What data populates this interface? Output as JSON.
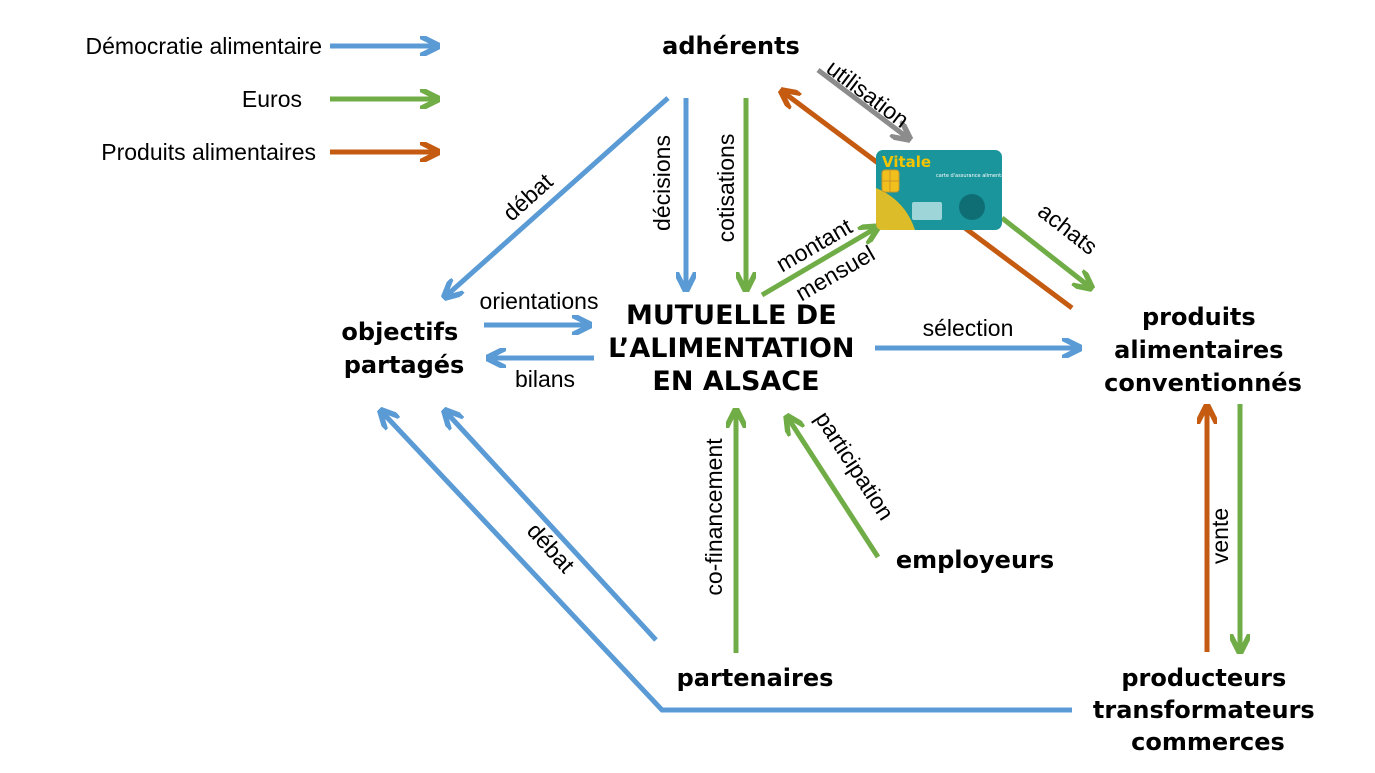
{
  "legend": [
    {
      "label": "Démocratie alimentaire",
      "color": "#5b9bd5"
    },
    {
      "label": "Euros",
      "color": "#70ad47"
    },
    {
      "label": "Produits alimentaires",
      "color": "#c55a11"
    }
  ],
  "nodes": {
    "adherents": "adhérents",
    "objectifs": [
      "objectifs",
      "partagés"
    ],
    "mutuelle": [
      "MUTUELLE DE",
      "L’ALIMENTATION",
      "EN ALSACE"
    ],
    "produits": [
      "produits",
      "alimentaires",
      "conventionnés"
    ],
    "employeurs": "employeurs",
    "partenaires": "partenaires",
    "producteurs": [
      "producteurs",
      "transformateurs",
      "commerces"
    ]
  },
  "edge_labels": {
    "utilisation": "utilisation",
    "debat_top": "débat",
    "decisions": "décisions",
    "cotisations": "cotisations",
    "montant": "montant",
    "mensuel": "mensuel",
    "achats": "achats",
    "orientations": "orientations",
    "bilans": "bilans",
    "selection": "sélection",
    "cofinancement": "co-financement",
    "participation": "participation",
    "debat_bottom": "débat",
    "vente": "vente"
  },
  "card": {
    "title": "Vitale",
    "subtitle": "carte d'assurance alimentation"
  },
  "colors": {
    "democratie": "#5b9bd5",
    "euros": "#70ad47",
    "produits": "#c55a11",
    "utilisation": "#8c8c8c",
    "card_bg": "#19959b",
    "card_chip": "#f2c01c"
  }
}
